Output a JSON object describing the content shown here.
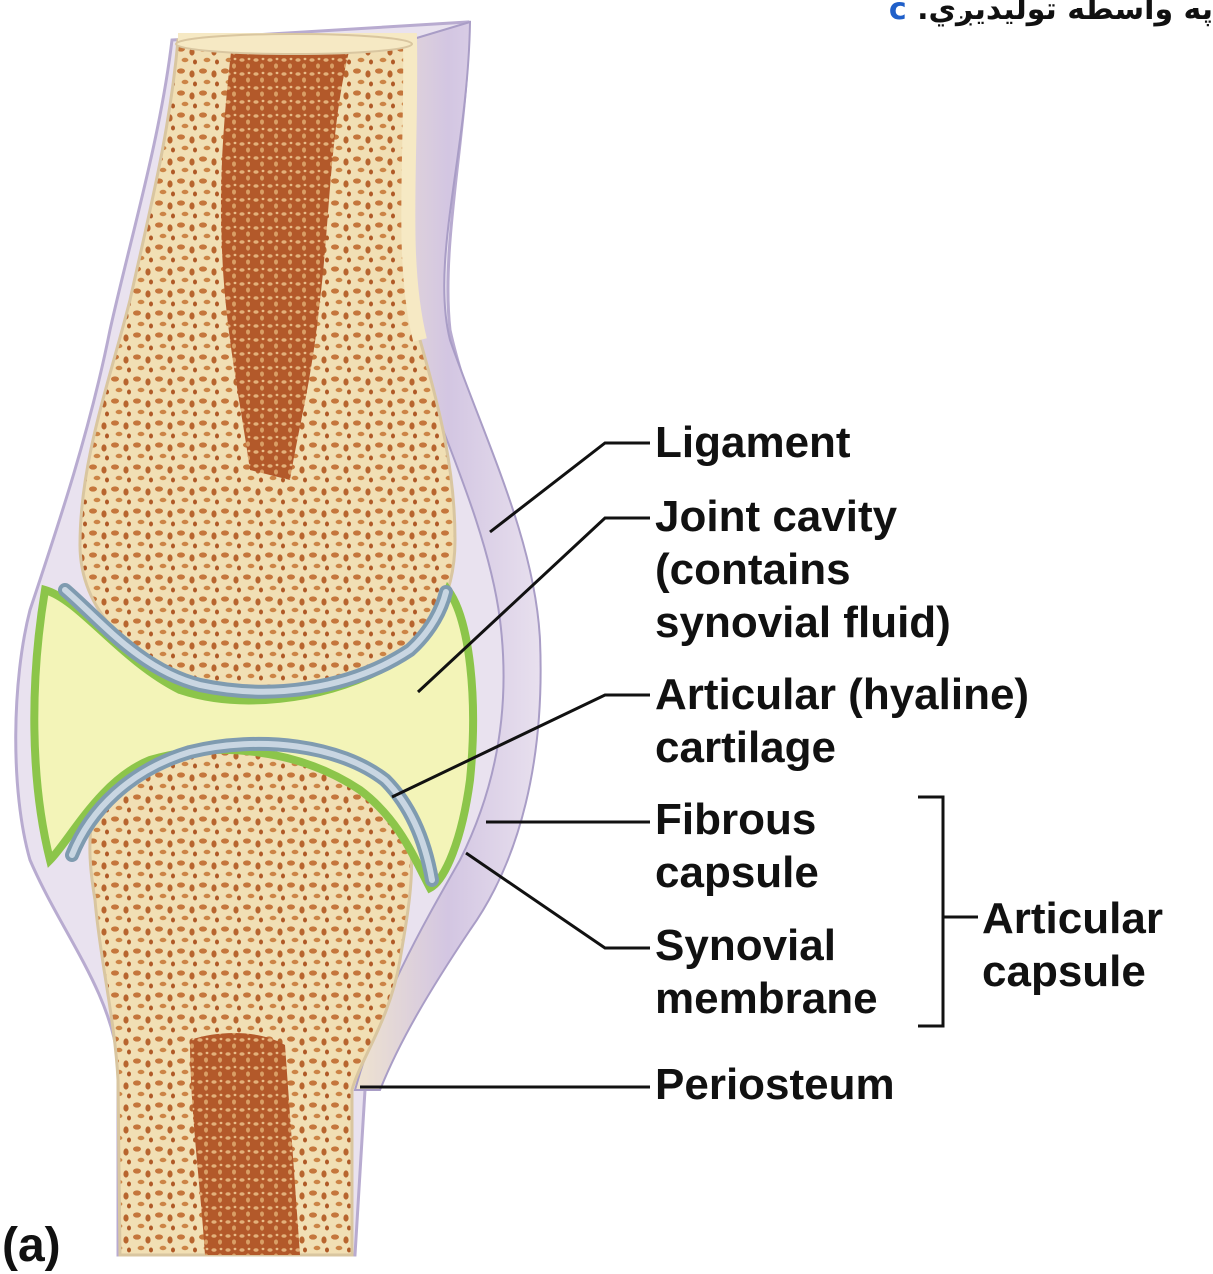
{
  "header": {
    "letter": "c",
    "text": "په واسطه تولیدیږي."
  },
  "panel_label": "(a)",
  "labels": {
    "ligament": [
      "Ligament"
    ],
    "joint_cavity": [
      "Joint cavity",
      "(contains",
      "synovial fluid)"
    ],
    "articular_cartilage": [
      "Articular (hyaline)",
      "cartilage"
    ],
    "fibrous_capsule": [
      "Fibrous",
      "capsule"
    ],
    "synovial_membrane": [
      "Synovial",
      "membrane"
    ],
    "articular_capsule": [
      "Articular",
      "capsule"
    ],
    "periosteum": [
      "Periosteum"
    ]
  },
  "colors": {
    "bone_fill": "#f6e9c4",
    "spongy_bone": "#c5763c",
    "marrow": "#a84e1f",
    "cartilage": "#7f9bb0",
    "synovial_fluid": "#f3f4b8",
    "synovial_membrane": "#8cc54a",
    "fibrous_capsule": "#c7bfd9",
    "ligament": "#b8abd0"
  }
}
